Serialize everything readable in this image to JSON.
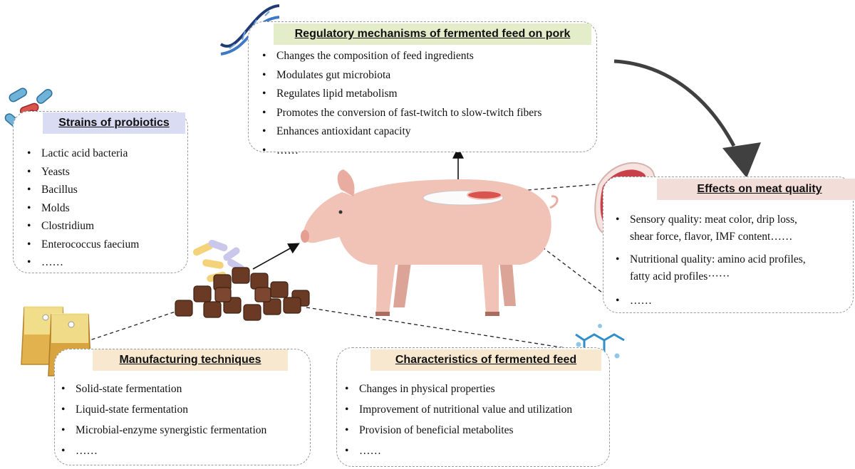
{
  "panels": {
    "regulatory": {
      "title": "Regulatory mechanisms of fermented feed on pork",
      "title_color": "#e3edc9",
      "items": [
        "Changes the composition of feed ingredients",
        "Modulates gut microbiota",
        "Regulates lipid metabolism",
        "Promotes the conversion of fast-twitch to slow-twitch fibers",
        "Enhances antioxidant capacity",
        "……"
      ]
    },
    "strains": {
      "title": "Strains of probiotics",
      "title_color": "#d9dcf3",
      "items": [
        "Lactic acid bacteria",
        "Yeasts",
        "Bacillus",
        "Molds",
        "Clostridium",
        "Enterococcus faecium",
        "……"
      ]
    },
    "effects": {
      "title": "Effects on meat quality",
      "title_color": "#f2ddd9",
      "items": [
        "Sensory quality: meat color, drip loss,",
        "shear force, flavor, IMF content……",
        "Nutritional quality: amino acid profiles,",
        "fatty acid profiles······",
        "……"
      ]
    },
    "manufacturing": {
      "title": "Manufacturing techniques",
      "title_color": "#f8e8cf",
      "items": [
        "Solid-state fermentation",
        "Liquid-state fermentation",
        "Microbial-enzyme synergistic fermentation",
        "……"
      ]
    },
    "characteristics": {
      "title": "Characteristics of fermented feed",
      "title_color": "#f8e8cf",
      "items": [
        "Changes in physical properties",
        "Improvement of nutritional value and utilization",
        "Provision of beneficial metabolites",
        "……"
      ]
    }
  },
  "icons": [
    "dna-icon",
    "bacteria-icon",
    "pig-illustration",
    "feed-pellets-icon",
    "feed-bags-icon",
    "molecule-icon",
    "meat-icon"
  ],
  "colors": {
    "pig": "#f1c2b6",
    "pellet": "#6b3a25",
    "bag": "#d9a94c",
    "meat": "#c8404a",
    "dna": "#2c4f8f"
  }
}
